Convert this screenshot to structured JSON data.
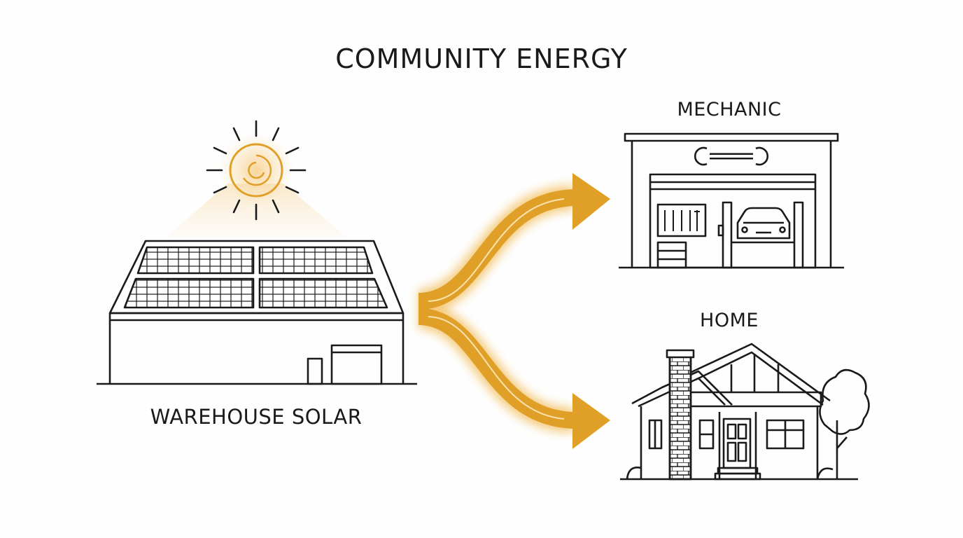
{
  "title": "COMMUNITY ENERGY",
  "nodes": {
    "source": {
      "label": "WAREHOUSE SOLAR",
      "icon": "warehouse-solar-icon"
    },
    "target_top": {
      "label": "MECHANIC",
      "icon": "mechanic-garage-icon"
    },
    "target_bottom": {
      "label": "HOME",
      "icon": "house-icon"
    }
  },
  "flows": [
    {
      "from": "WAREHOUSE SOLAR",
      "to": "MECHANIC"
    },
    {
      "from": "WAREHOUSE SOLAR",
      "to": "HOME"
    }
  ],
  "colors": {
    "accent": "#e0a028",
    "ink": "#1a1a1a",
    "background": "#fefefe"
  }
}
